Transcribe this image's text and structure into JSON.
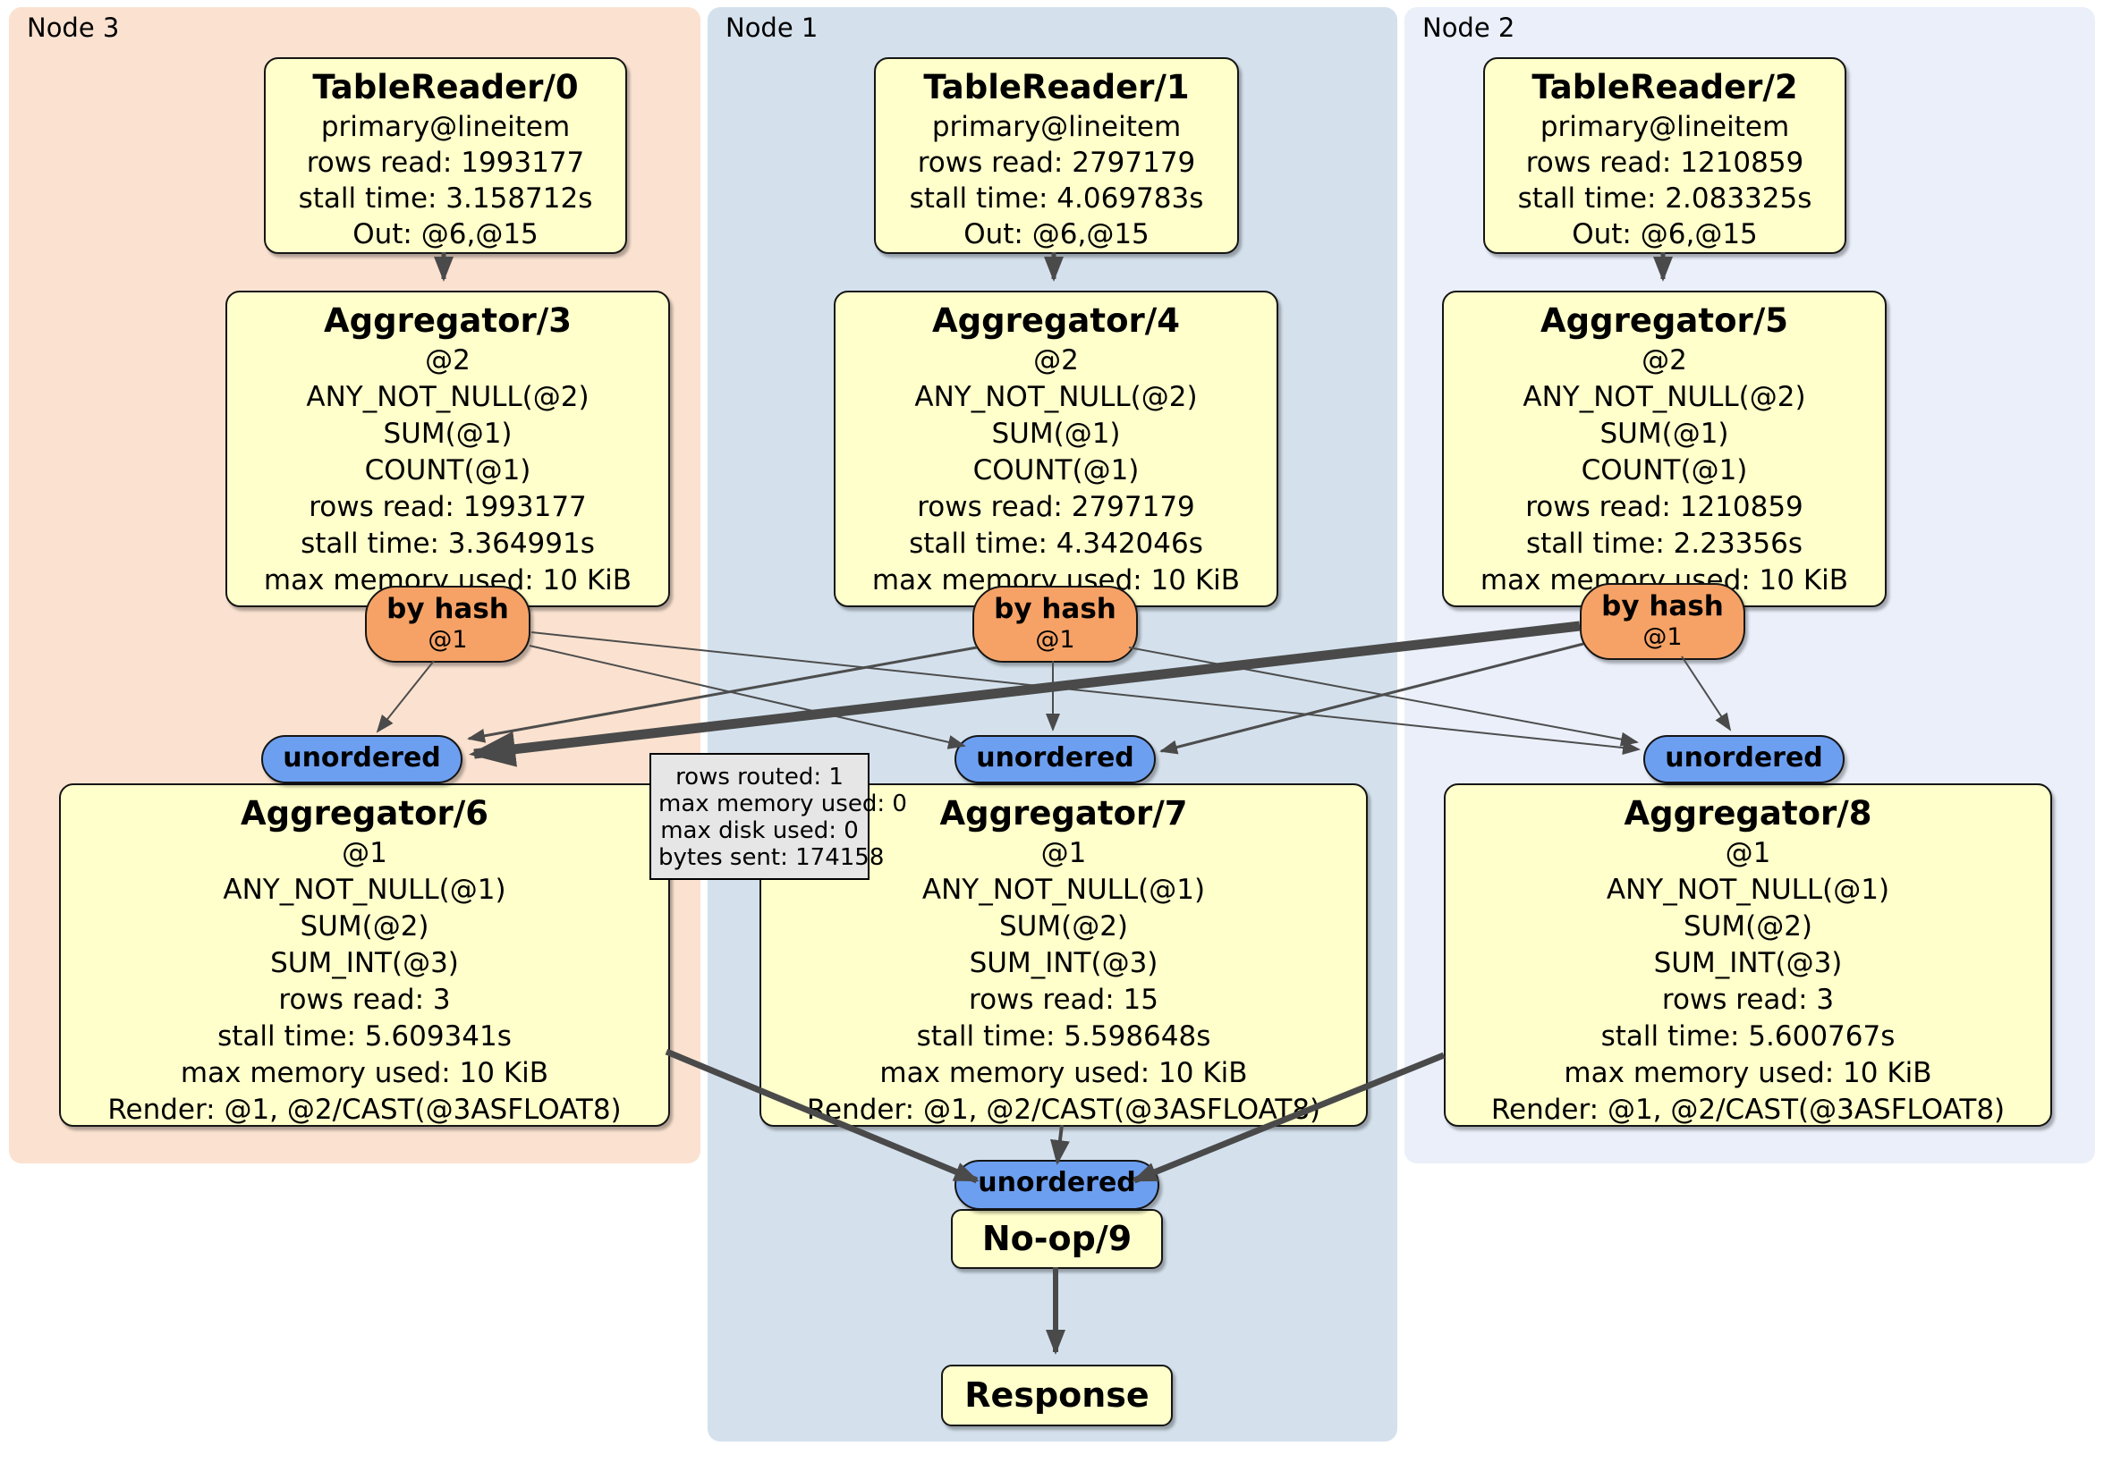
{
  "panels": [
    {
      "label": "Node 3",
      "color": "#fbe2d0"
    },
    {
      "label": "Node 1",
      "color": "#d4e1ed"
    },
    {
      "label": "Node 2",
      "color": "#eaeffa"
    }
  ],
  "table_readers": [
    {
      "title": "TableReader/0",
      "lines": [
        "primary@lineitem",
        "rows read: 1993177",
        "stall time: 3.158712s",
        "Out: @6,@15"
      ]
    },
    {
      "title": "TableReader/1",
      "lines": [
        "primary@lineitem",
        "rows read: 2797179",
        "stall time: 4.069783s",
        "Out: @6,@15"
      ]
    },
    {
      "title": "TableReader/2",
      "lines": [
        "primary@lineitem",
        "rows read: 1210859",
        "stall time: 2.083325s",
        "Out: @6,@15"
      ]
    }
  ],
  "aggregators_top": [
    {
      "title": "Aggregator/3",
      "lines": [
        "@2",
        "ANY_NOT_NULL(@2)",
        "SUM(@1)",
        "COUNT(@1)",
        "rows read: 1993177",
        "stall time: 3.364991s",
        "max memory used: 10 KiB"
      ]
    },
    {
      "title": "Aggregator/4",
      "lines": [
        "@2",
        "ANY_NOT_NULL(@2)",
        "SUM(@1)",
        "COUNT(@1)",
        "rows read: 2797179",
        "stall time: 4.342046s",
        "max memory used: 10 KiB"
      ]
    },
    {
      "title": "Aggregator/5",
      "lines": [
        "@2",
        "ANY_NOT_NULL(@2)",
        "SUM(@1)",
        "COUNT(@1)",
        "rows read: 1210859",
        "stall time: 2.23356s",
        "max memory used: 10 KiB"
      ]
    }
  ],
  "routers": [
    {
      "label": "by hash",
      "detail": "@1"
    },
    {
      "label": "by hash",
      "detail": "@1"
    },
    {
      "label": "by hash",
      "detail": "@1"
    }
  ],
  "syncs": {
    "left": "unordered",
    "middle": "unordered",
    "right": "unordered",
    "bottom": "unordered"
  },
  "aggregators_bottom": [
    {
      "title": "Aggregator/6",
      "lines": [
        "@1",
        "ANY_NOT_NULL(@1)",
        "SUM(@2)",
        "SUM_INT(@3)",
        "rows read: 3",
        "stall time: 5.609341s",
        "max memory used: 10 KiB",
        "Render: @1, @2/CAST(@3ASFLOAT8)"
      ]
    },
    {
      "title": "Aggregator/7",
      "lines": [
        "@1",
        "ANY_NOT_NULL(@1)",
        "SUM(@2)",
        "SUM_INT(@3)",
        "rows read: 15",
        "stall time: 5.598648s",
        "max memory used: 10 KiB",
        "Render: @1, @2/CAST(@3ASFLOAT8)"
      ]
    },
    {
      "title": "Aggregator/8",
      "lines": [
        "@1",
        "ANY_NOT_NULL(@1)",
        "SUM(@2)",
        "SUM_INT(@3)",
        "rows read: 3",
        "stall time: 5.600767s",
        "max memory used: 10 KiB",
        "Render: @1, @2/CAST(@3ASFLOAT8)"
      ]
    }
  ],
  "edge_tooltip": {
    "lines": [
      "rows routed: 1",
      "max memory used: 0",
      "max disk used: 0",
      "bytes sent: 174158"
    ]
  },
  "noop": {
    "title": "No-op/9"
  },
  "response": {
    "title": "Response"
  },
  "colors": {
    "node_fill": "#ffffcb",
    "router_fill": "#f6a266",
    "sync_fill": "#6d9ff1",
    "panel_node3": "#fbe2d0",
    "panel_node1": "#d4e1ed",
    "panel_node2": "#eaeffa",
    "edge": "#4a4a4a",
    "tooltip_bg": "#e6e6e6"
  }
}
